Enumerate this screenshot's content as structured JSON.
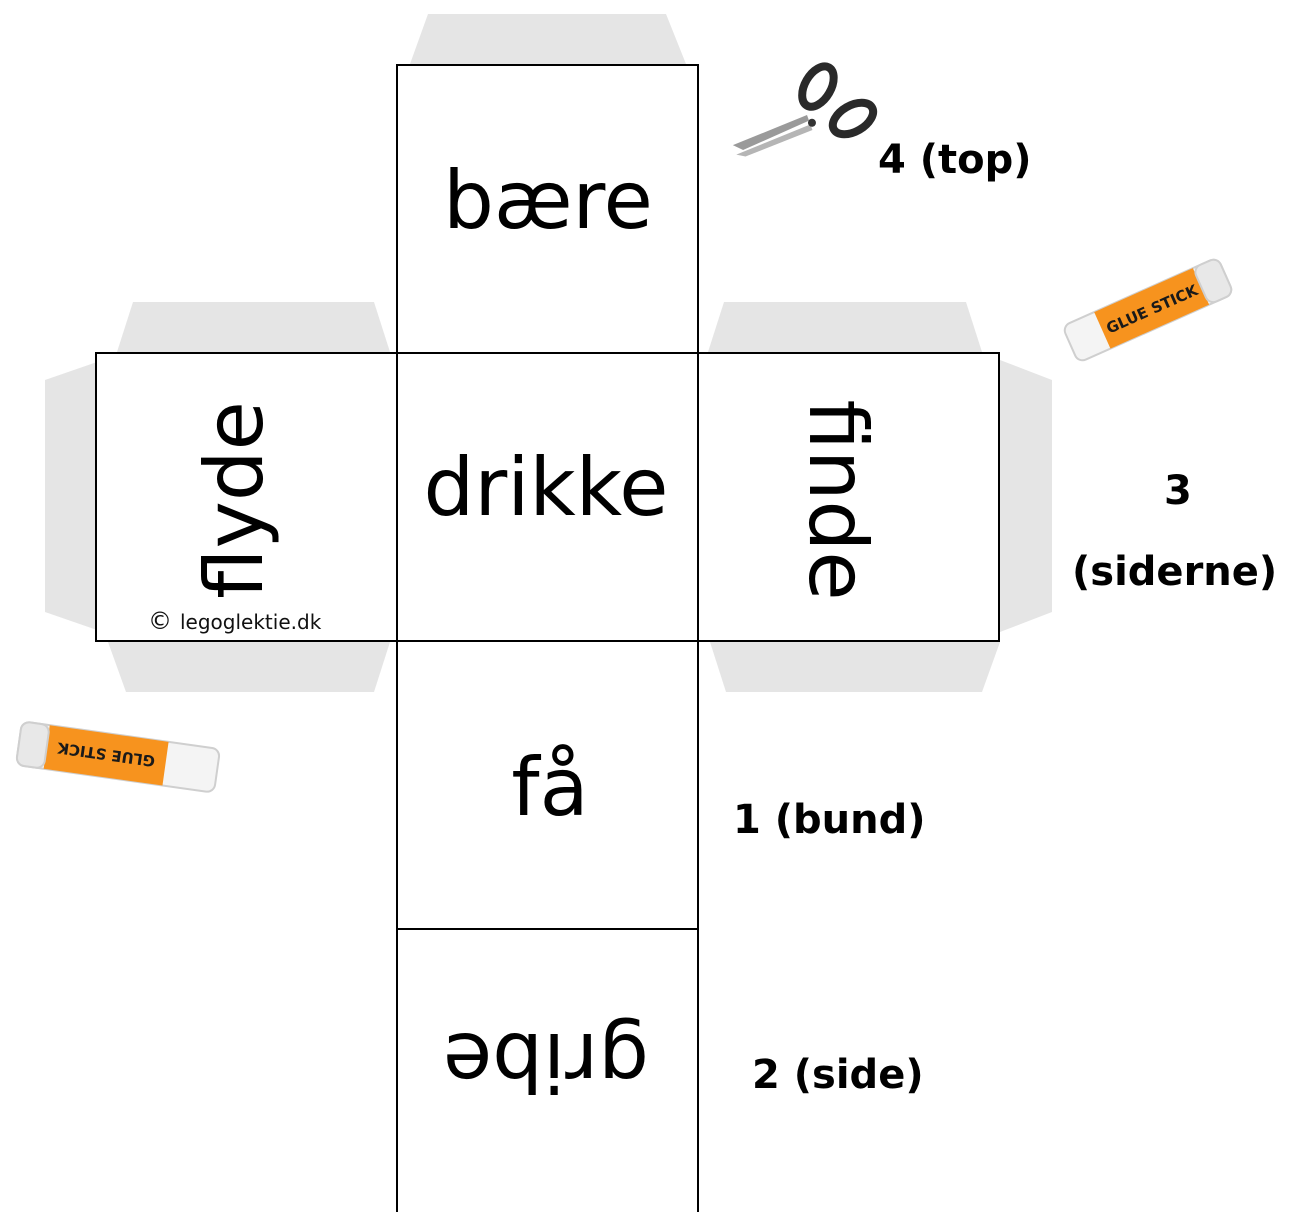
{
  "faces": {
    "top": {
      "word": "bære",
      "color": "#8e4a8d"
    },
    "left": {
      "word": "flyde",
      "color": "#e06a8c"
    },
    "center": {
      "word": "drikke",
      "color": "#78b043"
    },
    "right": {
      "word": "finde",
      "color": "#1c7fbf"
    },
    "bottom": {
      "word": "få",
      "color": "#d0333b"
    },
    "last": {
      "word": "gribe",
      "color": "#f0922a"
    }
  },
  "labels": {
    "top": "4 (top)",
    "sides_number": "3",
    "sides_text": "(siderne)",
    "bottom": "1 (bund)",
    "side": "2 (side)"
  },
  "copyright": {
    "symbol": "©",
    "text": "legoglektie.dk"
  },
  "glue_stick_text": "GLUE STICK",
  "icons": [
    "scissors-icon",
    "glue-stick-icon"
  ],
  "colors": {
    "tab_fill": "#e5e5e5",
    "line": "#000000",
    "glue_body": "#f7931e"
  }
}
